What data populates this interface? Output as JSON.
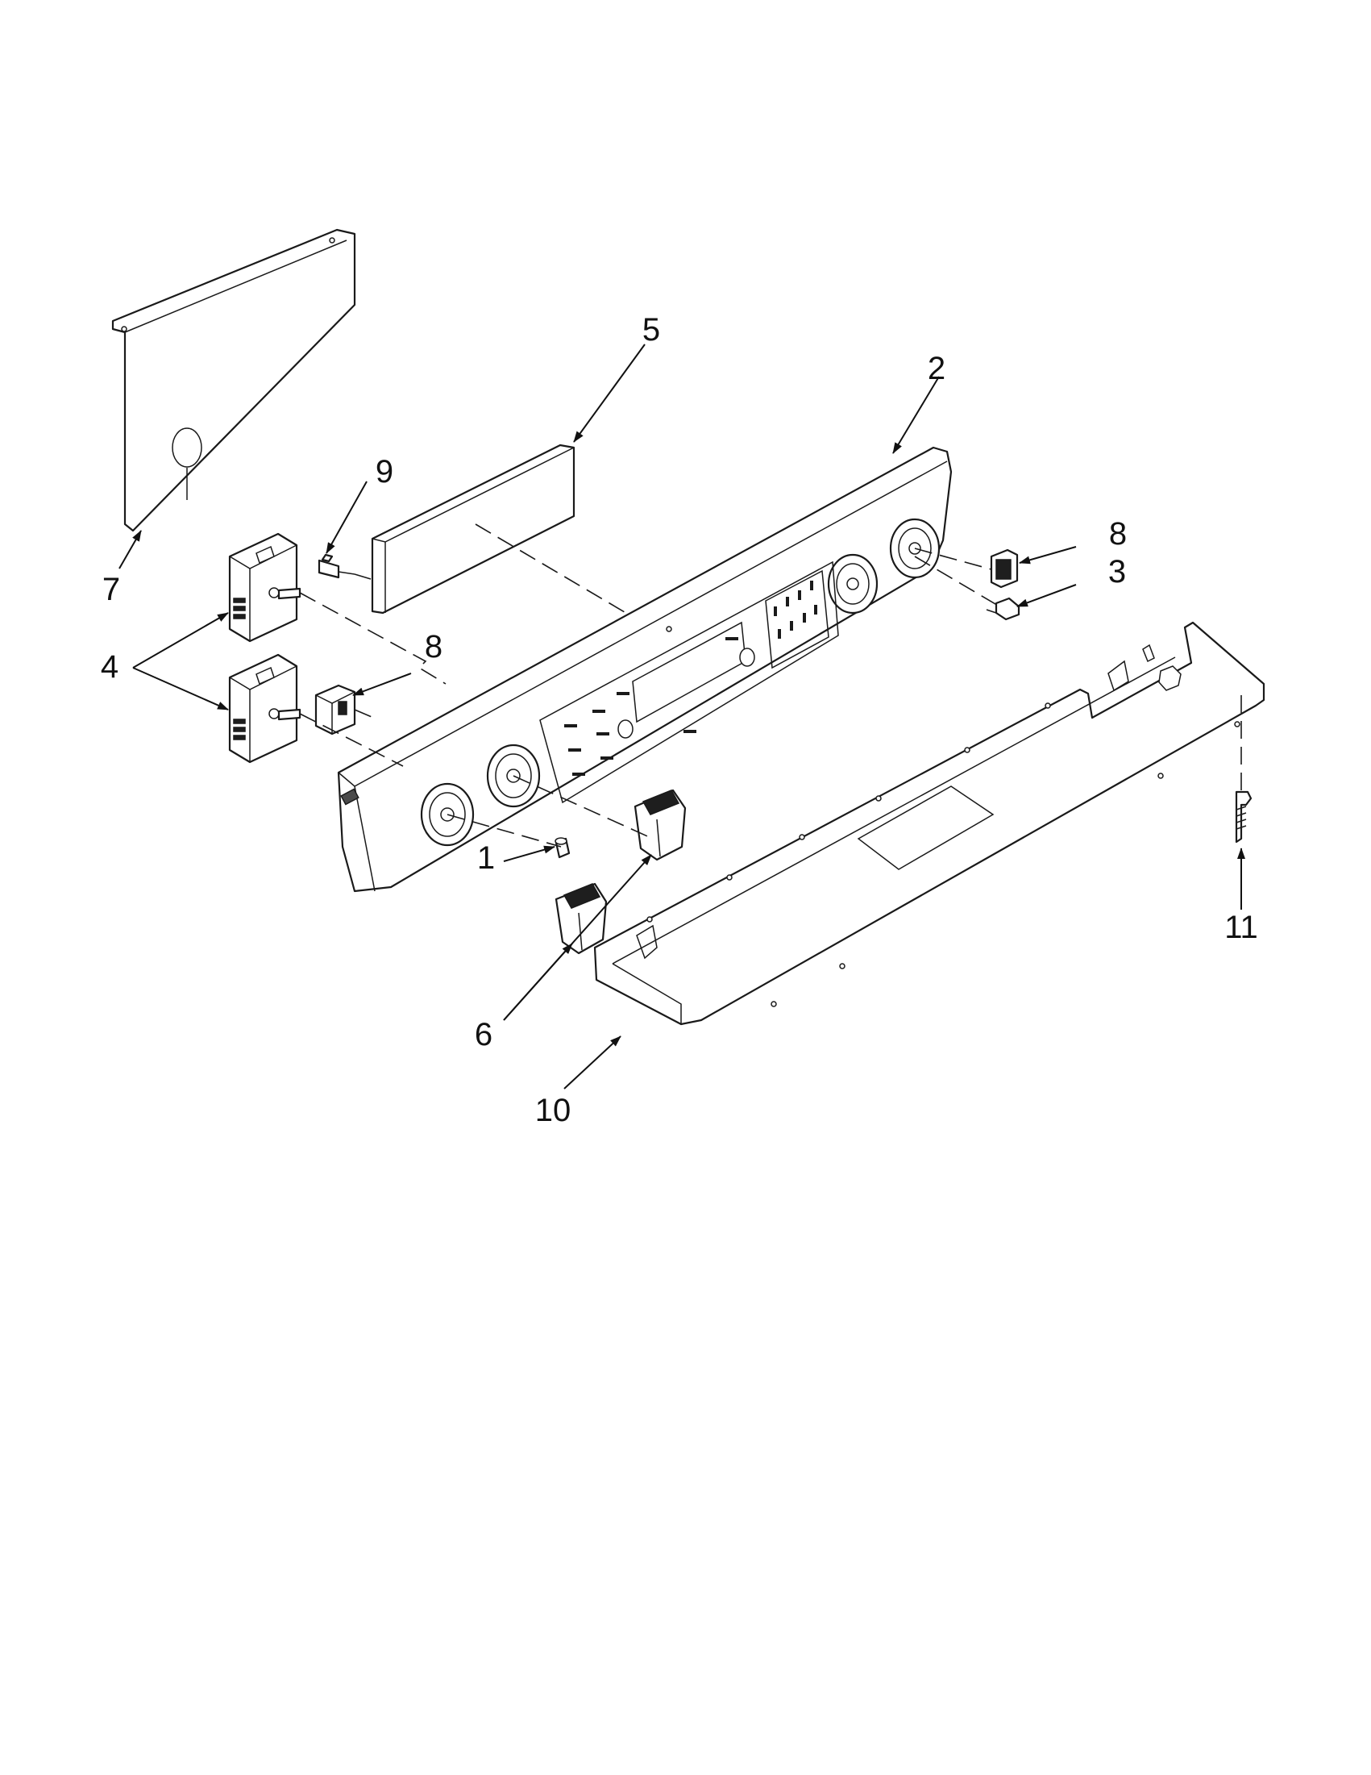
{
  "diagram": {
    "callouts": [
      "1",
      "2",
      "3",
      "4",
      "5",
      "6",
      "7",
      "8",
      "8",
      "9",
      "10",
      "11"
    ]
  },
  "colors": {
    "line": "#1a1a1a",
    "fill": "#ffffff",
    "shade": "#4a4a4a"
  }
}
